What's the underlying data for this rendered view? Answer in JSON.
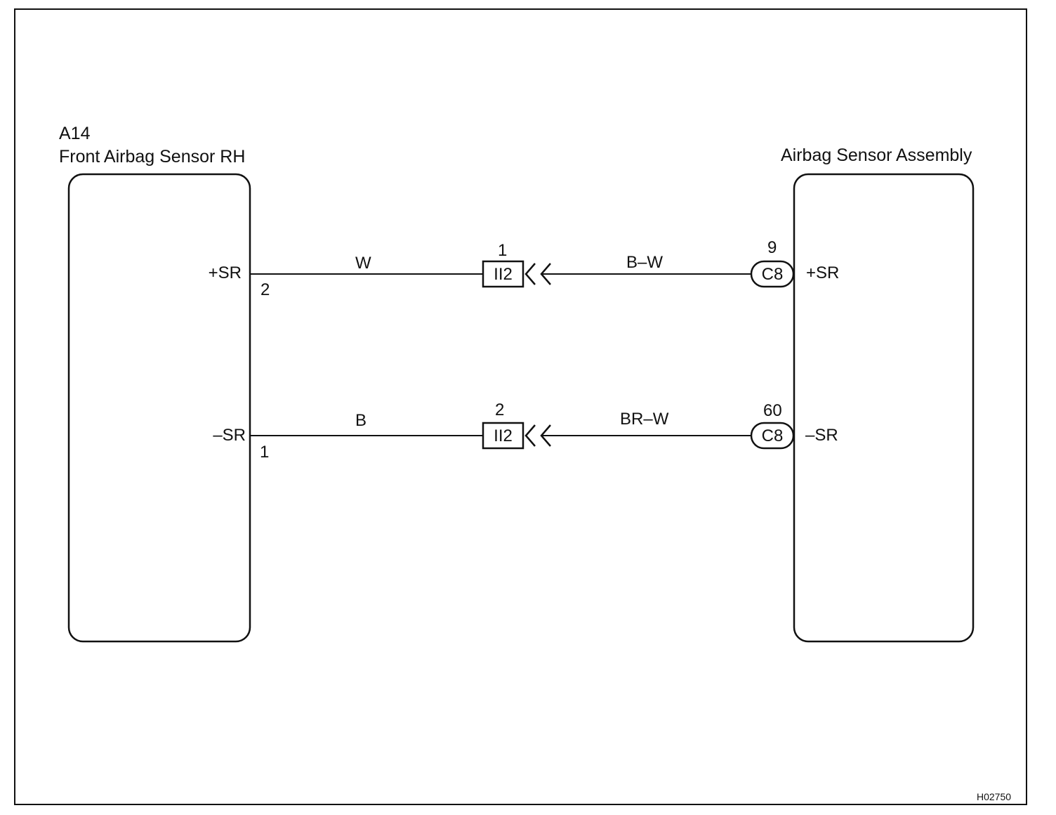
{
  "left_component": {
    "code": "A14",
    "name": "Front Airbag Sensor RH",
    "terminals": [
      {
        "signal": "+SR",
        "pin": "2"
      },
      {
        "signal": "–SR",
        "pin": "1"
      }
    ]
  },
  "right_component": {
    "name": "Airbag Sensor Assembly",
    "connector": "C8",
    "terminals": [
      {
        "signal": "+SR",
        "pin": "9"
      },
      {
        "signal": "–SR",
        "pin": "60"
      }
    ]
  },
  "junction_connector": {
    "code": "II2",
    "pins": [
      "1",
      "2"
    ]
  },
  "wires": [
    {
      "left_color": "W",
      "right_color": "B–W"
    },
    {
      "left_color": "B",
      "right_color": "BR–W"
    }
  ],
  "figure_ref": "H02750"
}
